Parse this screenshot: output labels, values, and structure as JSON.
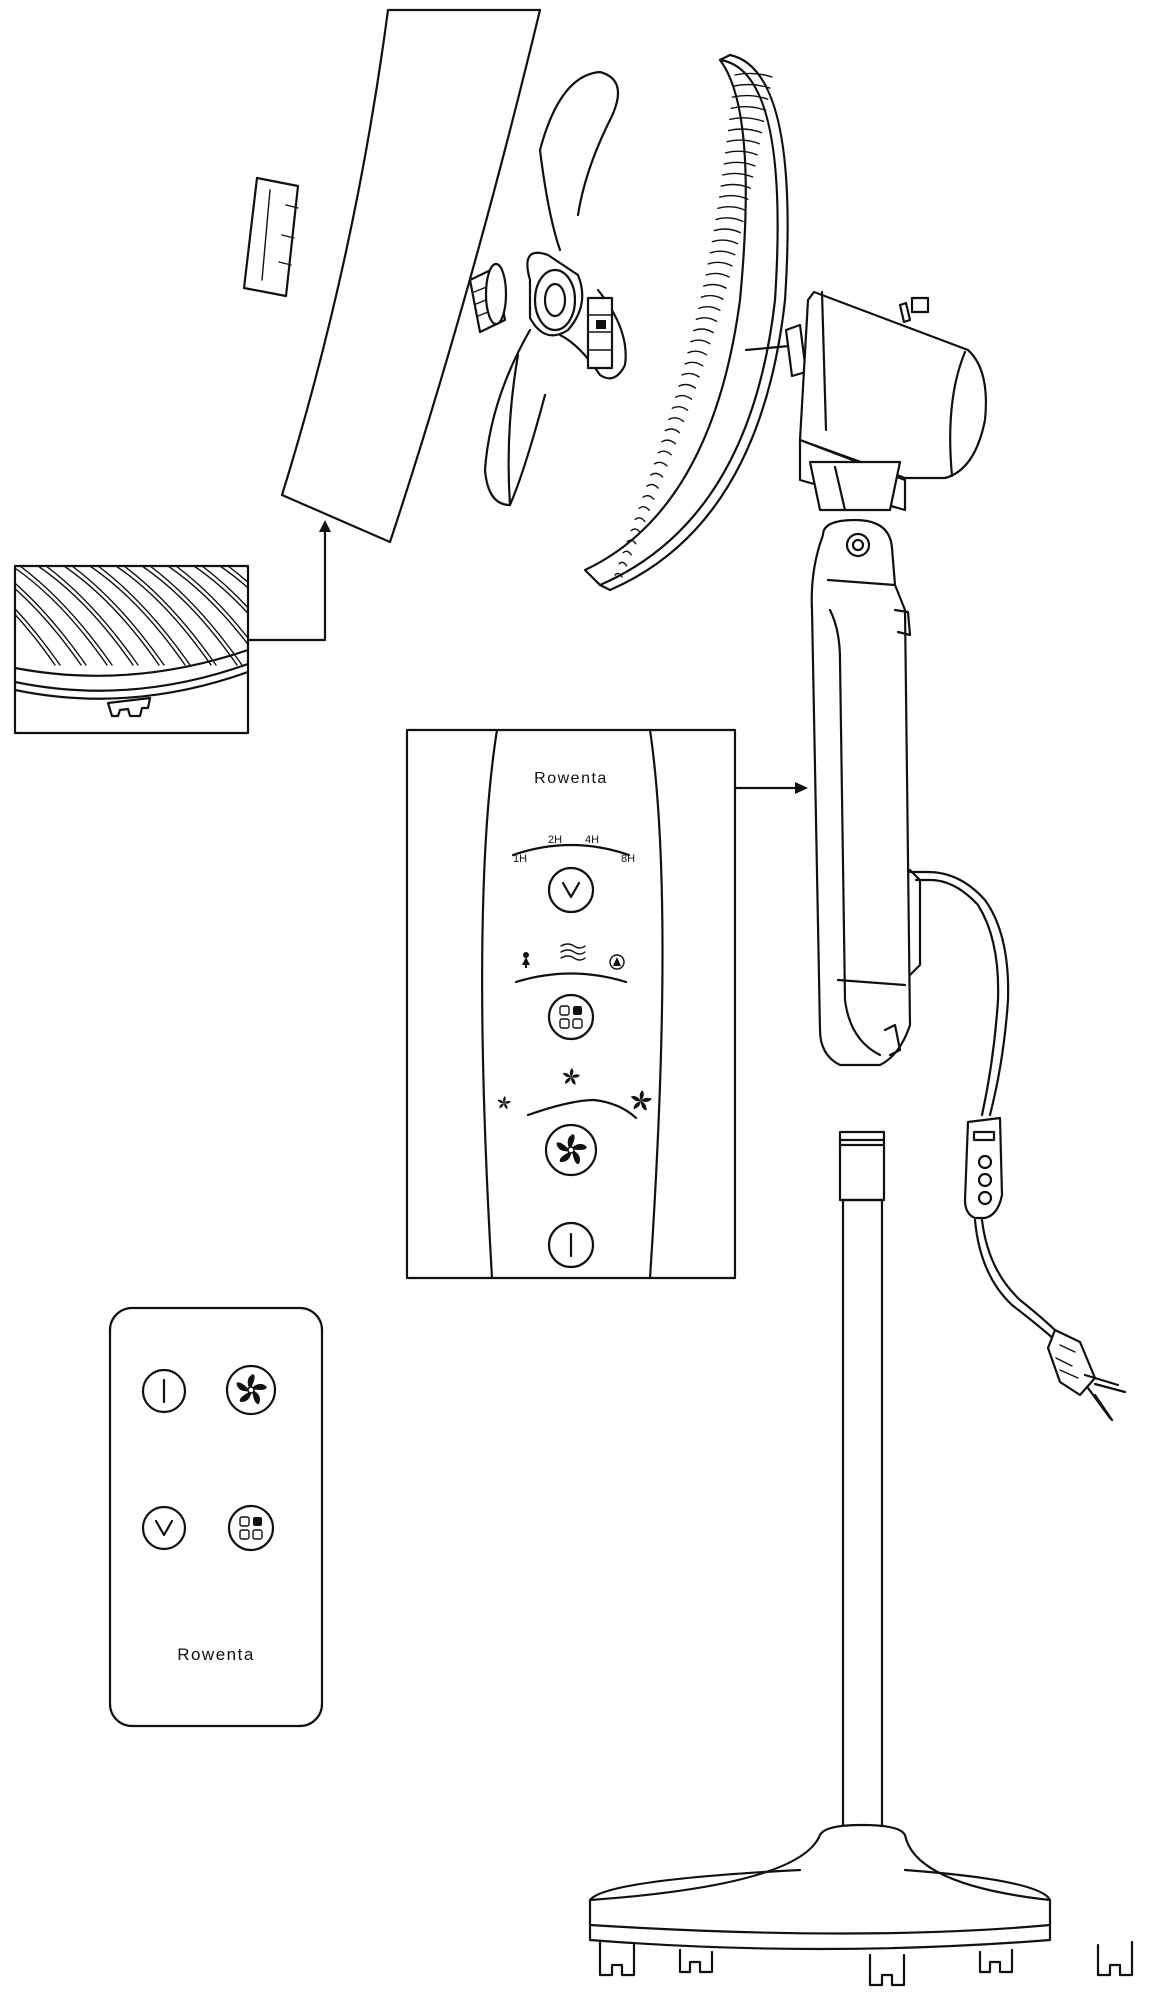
{
  "control_panel": {
    "brand": "Rowenta",
    "timer_labels": [
      "1H",
      "2H",
      "4H",
      "8H"
    ],
    "buttons": [
      "timer-icon",
      "mode-icon",
      "fan-speed-icon",
      "power-icon"
    ],
    "mode_icons": [
      "sleep-mode-icon",
      "natural-wind-icon",
      "auto-mode-icon"
    ],
    "speed_icons": [
      "speed-low-icon",
      "speed-medium-icon",
      "speed-high-icon"
    ]
  },
  "remote": {
    "brand": "Rowenta",
    "buttons": [
      "power-icon",
      "fan-speed-icon",
      "timer-icon",
      "mode-icon"
    ]
  }
}
